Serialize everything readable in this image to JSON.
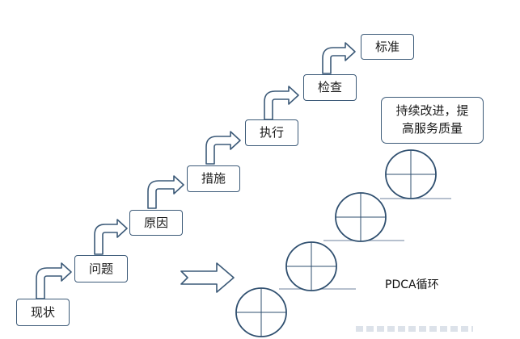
{
  "steps": [
    "现状",
    "问题",
    "原因",
    "措施",
    "执行",
    "检查",
    "标准"
  ],
  "note": {
    "line1": "持续改进，提",
    "line2": "高服务质量"
  },
  "cycle_label": "PDCA循环",
  "colors": {
    "box_border": "#3c5a78",
    "arrow_stroke": "#3c5a78",
    "circle_stroke": "#2f4f6f",
    "step_line": "#8a9bb0"
  }
}
